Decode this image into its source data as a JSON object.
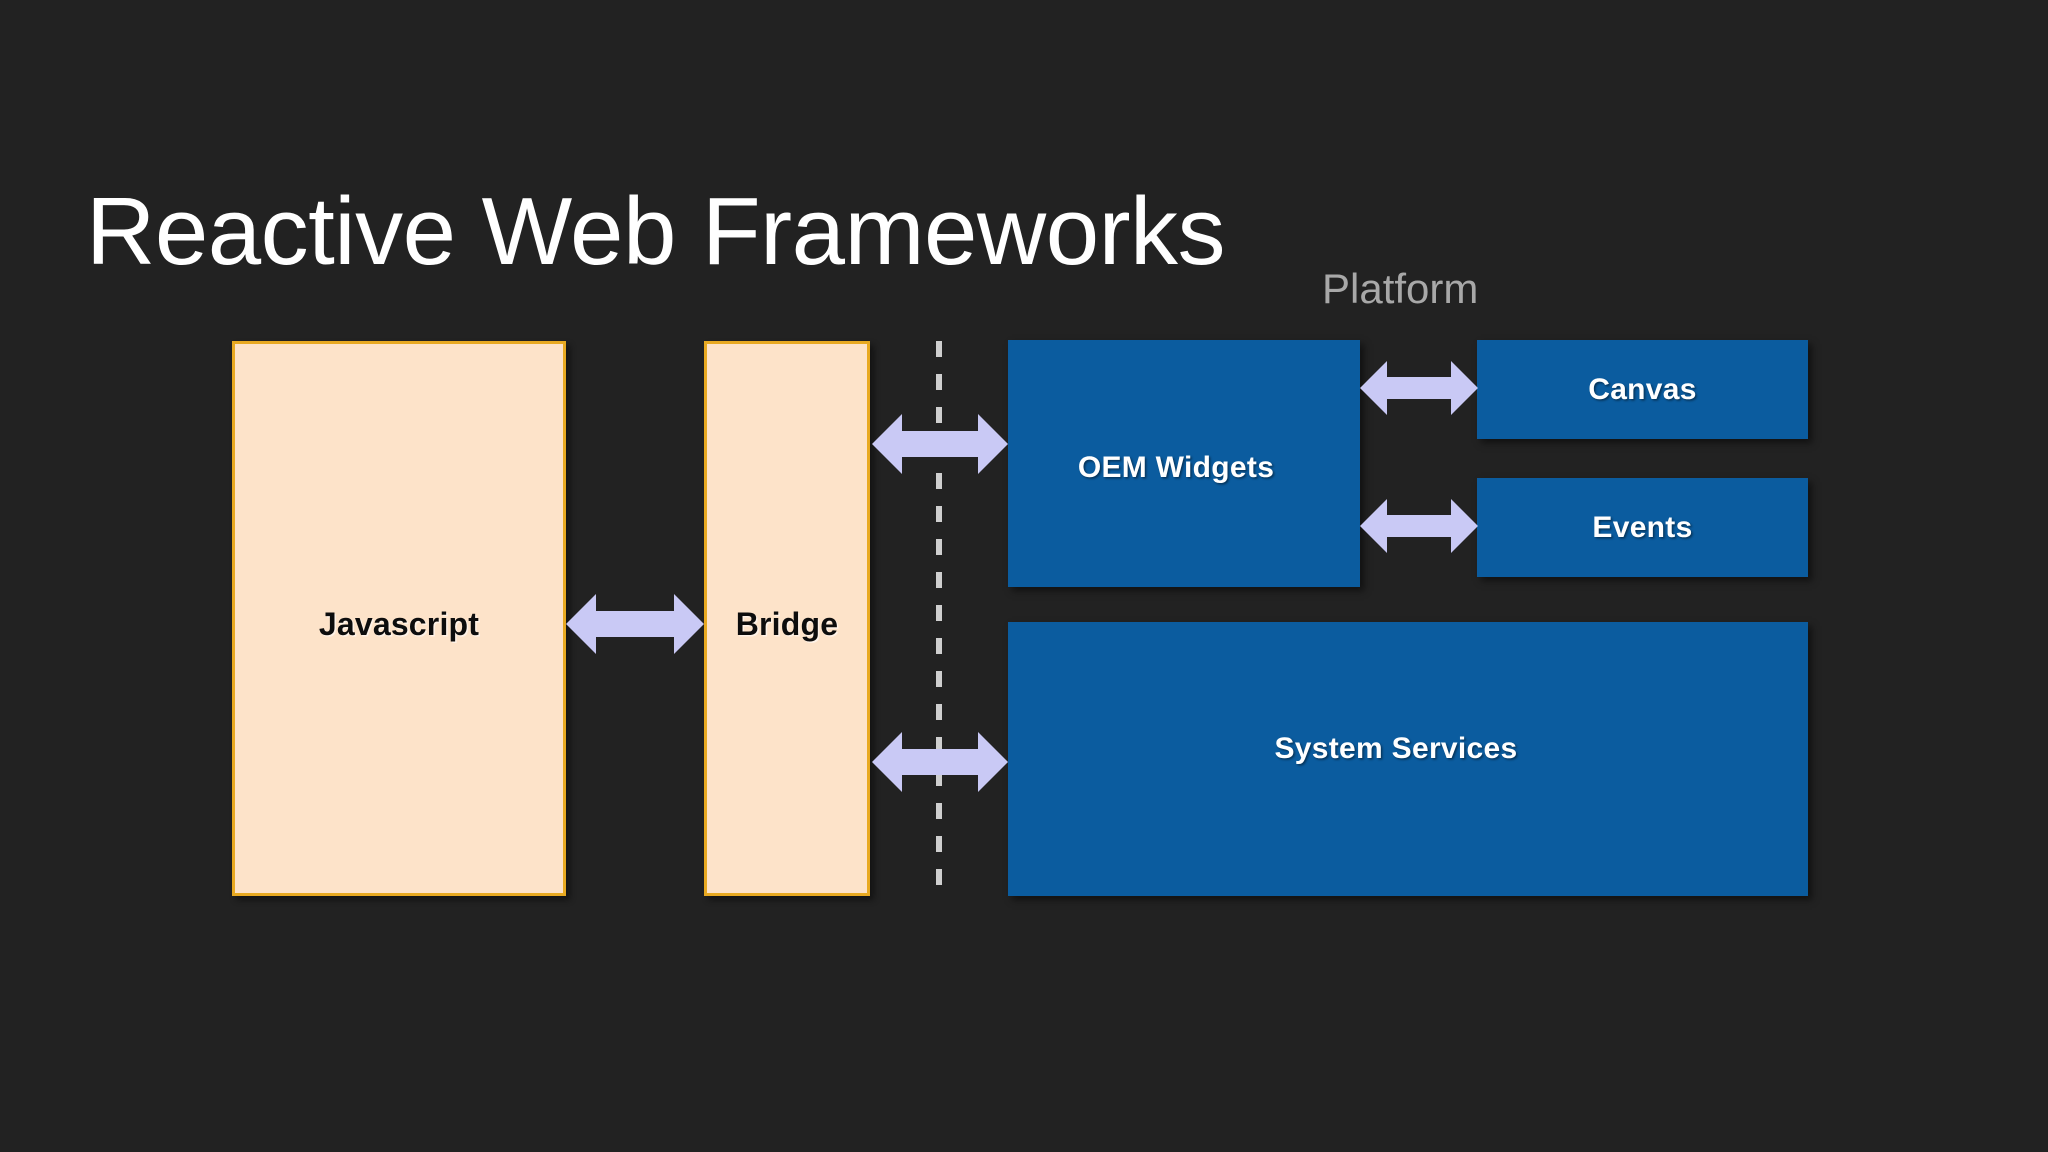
{
  "slide": {
    "title": "Reactive Web Frameworks",
    "background_color": "#222222",
    "title_color": "#ffffff"
  },
  "diagram": {
    "platform_label": "Platform",
    "platform_label_color": "#a8a8a8",
    "divider": {
      "name": "platform-boundary",
      "style": "dashed",
      "color": "#cfcfcf"
    },
    "colors": {
      "client_box_fill": "#fde3c9",
      "client_box_border": "#e8a921",
      "platform_box_fill": "#0b5c9f",
      "platform_box_text": "#ffffff",
      "arrow_fill": "#c9c9f5",
      "client_box_text": "#0d0d0d"
    },
    "client_boxes": [
      {
        "id": "javascript",
        "label": "Javascript"
      },
      {
        "id": "bridge",
        "label": "Bridge"
      }
    ],
    "platform_boxes": [
      {
        "id": "oem-widgets",
        "label": "OEM Widgets"
      },
      {
        "id": "canvas",
        "label": "Canvas"
      },
      {
        "id": "events",
        "label": "Events"
      },
      {
        "id": "system-services",
        "label": "System Services"
      }
    ],
    "connections": [
      {
        "id": "js-bridge",
        "from": "Javascript",
        "to": "Bridge",
        "type": "bidirectional"
      },
      {
        "id": "bridge-oem",
        "from": "Bridge",
        "to": "OEM Widgets",
        "type": "bidirectional"
      },
      {
        "id": "bridge-system",
        "from": "Bridge",
        "to": "System Services",
        "type": "bidirectional"
      },
      {
        "id": "oem-canvas",
        "from": "OEM Widgets",
        "to": "Canvas",
        "type": "bidirectional"
      },
      {
        "id": "oem-events",
        "from": "OEM Widgets",
        "to": "Events",
        "type": "bidirectional"
      }
    ]
  }
}
